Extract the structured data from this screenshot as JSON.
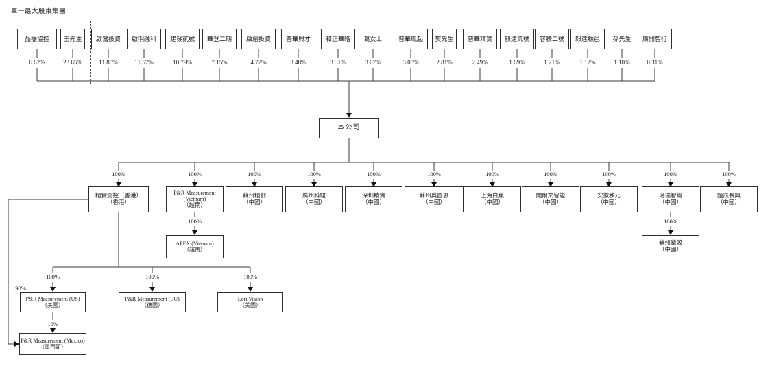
{
  "group_label": "單一最大股東集團",
  "company": {
    "name": "本公司"
  },
  "shareholders": [
    {
      "name": "晶振協控",
      "pct": "6.62%"
    },
    {
      "name": "王先生",
      "pct": "23.65%"
    },
    {
      "name": "啟鷺投資",
      "pct": "11.85%"
    },
    {
      "name": "啟明融科",
      "pct": "11.57%"
    },
    {
      "name": "建發貳號",
      "pct": "10.79%"
    },
    {
      "name": "華登二期",
      "pct": "7.15%"
    },
    {
      "name": "啟創投資",
      "pct": "4.72%"
    },
    {
      "name": "普華興才",
      "pct": "3.48%"
    },
    {
      "name": "和正華皓",
      "pct": "3.31%"
    },
    {
      "name": "葛女士",
      "pct": "3.07%"
    },
    {
      "name": "普華鳳起",
      "pct": "3.05%"
    },
    {
      "name": "樊先生",
      "pct": "2.81%"
    },
    {
      "name": "普華精實",
      "pct": "2.49%"
    },
    {
      "name": "毅達貳號",
      "pct": "1.69%"
    },
    {
      "name": "容騰二號",
      "pct": "1.21%"
    },
    {
      "name": "毅達顧邑",
      "pct": "1.12%"
    },
    {
      "name": "孫先生",
      "pct": "1.10%"
    },
    {
      "name": "廣開智行",
      "pct": "0.31%"
    }
  ],
  "subsidiaries": [
    {
      "name": "精實測控（香港）",
      "region": "（香港）",
      "pct": "100%"
    },
    {
      "name": "P&R Measurement",
      "name2": "(Vietnam)",
      "region": "（越南）",
      "pct": "100%"
    },
    {
      "name": "蘇州精創",
      "region": "（中國）",
      "pct": "100%"
    },
    {
      "name": "廣州科駿",
      "region": "（中國）",
      "pct": "100%"
    },
    {
      "name": "深圳精實",
      "region": "（中國）",
      "pct": "100%"
    },
    {
      "name": "蘇州奧圖恩",
      "region": "（中國）",
      "pct": "100%"
    },
    {
      "name": "上海白蕉",
      "region": "（中國）",
      "pct": "100%"
    },
    {
      "name": "開爾文智能",
      "region": "（中國）",
      "pct": "100%"
    },
    {
      "name": "安徽秩元",
      "region": "（中國）",
      "pct": "100%"
    },
    {
      "name": "珞瑞智鏡",
      "region": "（中國）",
      "pct": "100%"
    },
    {
      "name": "鏡辰長興",
      "region": "（中國）",
      "pct": "100%"
    }
  ],
  "lower_entities": {
    "apex": {
      "name": "APEX (Vietnam)",
      "region": "（越南）",
      "pct": "100%"
    },
    "zhixiao": {
      "name": "蘇州摯效",
      "region": "（中國）",
      "pct": "100%"
    },
    "us": {
      "name": "P&R Measurement (US)",
      "region": "（美國）",
      "pct": "100%"
    },
    "eu": {
      "name": "P&R Measurement (EU)",
      "region": "（德國）",
      "pct": "100%"
    },
    "lori": {
      "name": "Lori Vision",
      "region": "（美國）",
      "pct": "100%"
    },
    "mexico": {
      "name": "P&R Measurement (Mexico)",
      "region": "（墨西哥）",
      "pct_from_us": "10%",
      "pct_from_hk": "90%"
    }
  }
}
